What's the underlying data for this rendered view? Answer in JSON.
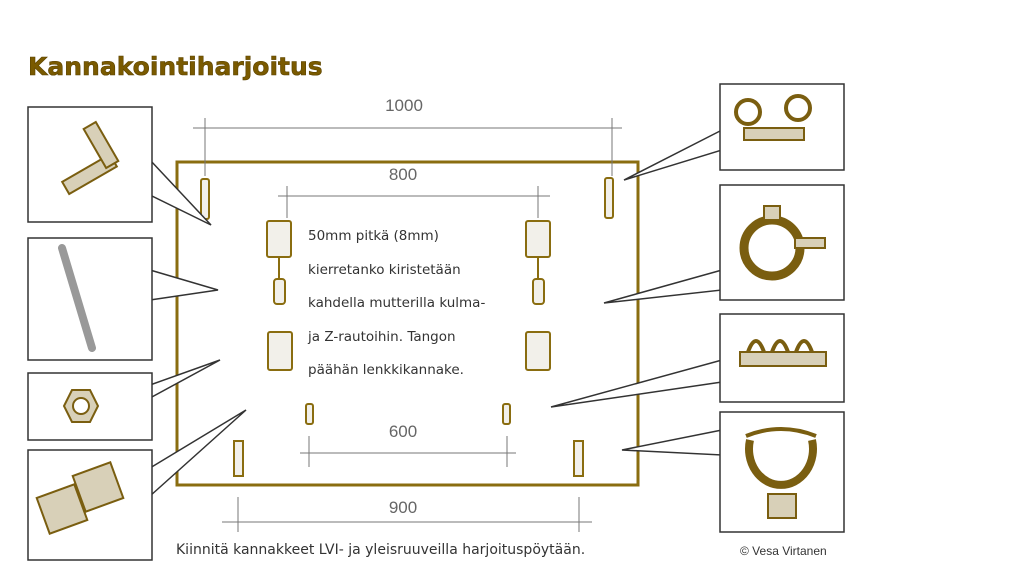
{
  "title": "Kannakointiharjoitus",
  "dimensions": {
    "d1000": "1000",
    "d800": "800",
    "d600": "600",
    "d900": "900"
  },
  "note_lines": [
    "50mm pitkä (8mm)",
    "kierretanko kiristetään",
    "kahdella mutterilla kulma-",
    "ja Z-rautoihin. Tangon",
    "päähän lenkkikannake."
  ],
  "caption": "Kiinnitä kannakkeet LVI- ja yleisruuveilla harjoituspöytään.",
  "copyright": "© Vesa Virtanen",
  "colors": {
    "brand": "#7a5a00",
    "board": "#8a6d10"
  }
}
